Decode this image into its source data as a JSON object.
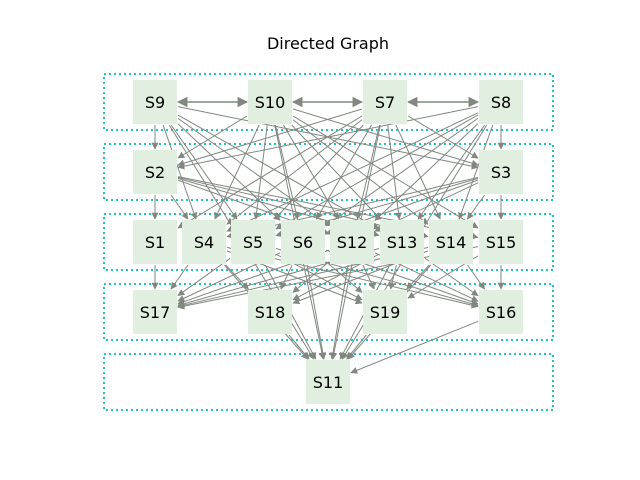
{
  "title": "Directed Graph",
  "colors": {
    "node_fill": "#e0efe0",
    "edge": "#808880",
    "group_border": "#1ec8b4",
    "background": "#ffffff"
  },
  "groups": [
    [
      "S9",
      "S10",
      "S7",
      "S8"
    ],
    [
      "S2",
      "S3"
    ],
    [
      "S1",
      "S4",
      "S5",
      "S6",
      "S12",
      "S13",
      "S14",
      "S15"
    ],
    [
      "S17",
      "S18",
      "S19",
      "S16"
    ],
    [
      "S11"
    ]
  ],
  "nodes": [
    "S9",
    "S10",
    "S7",
    "S8",
    "S2",
    "S3",
    "S1",
    "S4",
    "S5",
    "S6",
    "S12",
    "S13",
    "S14",
    "S15",
    "S17",
    "S18",
    "S19",
    "S16",
    "S11"
  ],
  "edges": [
    {
      "from": "S9",
      "to": "S10",
      "bidirectional": true
    },
    {
      "from": "S10",
      "to": "S7",
      "bidirectional": true
    },
    {
      "from": "S7",
      "to": "S8",
      "bidirectional": true
    },
    {
      "from": "S9",
      "to": "S2"
    },
    {
      "from": "S10",
      "to": "S2"
    },
    {
      "from": "S7",
      "to": "S2"
    },
    {
      "from": "S8",
      "to": "S2"
    },
    {
      "from": "S9",
      "to": "S3"
    },
    {
      "from": "S10",
      "to": "S3"
    },
    {
      "from": "S7",
      "to": "S3"
    },
    {
      "from": "S8",
      "to": "S3"
    },
    {
      "from": "S9",
      "to": "S4"
    },
    {
      "from": "S9",
      "to": "S5"
    },
    {
      "from": "S9",
      "to": "S6"
    },
    {
      "from": "S9",
      "to": "S12"
    },
    {
      "from": "S9",
      "to": "S13"
    },
    {
      "from": "S10",
      "to": "S4"
    },
    {
      "from": "S10",
      "to": "S5"
    },
    {
      "from": "S10",
      "to": "S6"
    },
    {
      "from": "S10",
      "to": "S12"
    },
    {
      "from": "S10",
      "to": "S13"
    },
    {
      "from": "S10",
      "to": "S14"
    },
    {
      "from": "S10",
      "to": "S15"
    },
    {
      "from": "S7",
      "to": "S1"
    },
    {
      "from": "S7",
      "to": "S4"
    },
    {
      "from": "S7",
      "to": "S5"
    },
    {
      "from": "S7",
      "to": "S6"
    },
    {
      "from": "S7",
      "to": "S12"
    },
    {
      "from": "S7",
      "to": "S13"
    },
    {
      "from": "S7",
      "to": "S14"
    },
    {
      "from": "S8",
      "to": "S4"
    },
    {
      "from": "S8",
      "to": "S5"
    },
    {
      "from": "S8",
      "to": "S6"
    },
    {
      "from": "S8",
      "to": "S12"
    },
    {
      "from": "S8",
      "to": "S13"
    },
    {
      "from": "S8",
      "to": "S14"
    },
    {
      "from": "S2",
      "to": "S1"
    },
    {
      "from": "S2",
      "to": "S4"
    },
    {
      "from": "S2",
      "to": "S12"
    },
    {
      "from": "S2",
      "to": "S13"
    },
    {
      "from": "S2",
      "to": "S14"
    },
    {
      "from": "S2",
      "to": "S15"
    },
    {
      "from": "S3",
      "to": "S4"
    },
    {
      "from": "S3",
      "to": "S5"
    },
    {
      "from": "S3",
      "to": "S6"
    },
    {
      "from": "S3",
      "to": "S12"
    },
    {
      "from": "S3",
      "to": "S14"
    },
    {
      "from": "S3",
      "to": "S15"
    },
    {
      "from": "S1",
      "to": "S17"
    },
    {
      "from": "S15",
      "to": "S16"
    },
    {
      "from": "S4",
      "to": "S17"
    },
    {
      "from": "S4",
      "to": "S18"
    },
    {
      "from": "S4",
      "to": "S19"
    },
    {
      "from": "S4",
      "to": "S16"
    },
    {
      "from": "S5",
      "to": "S17"
    },
    {
      "from": "S5",
      "to": "S19"
    },
    {
      "from": "S5",
      "to": "S16"
    },
    {
      "from": "S6",
      "to": "S17"
    },
    {
      "from": "S6",
      "to": "S18"
    },
    {
      "from": "S6",
      "to": "S19"
    },
    {
      "from": "S6",
      "to": "S16"
    },
    {
      "from": "S12",
      "to": "S17"
    },
    {
      "from": "S12",
      "to": "S18"
    },
    {
      "from": "S12",
      "to": "S19"
    },
    {
      "from": "S12",
      "to": "S16"
    },
    {
      "from": "S13",
      "to": "S17"
    },
    {
      "from": "S13",
      "to": "S18"
    },
    {
      "from": "S13",
      "to": "S19"
    },
    {
      "from": "S13",
      "to": "S16"
    },
    {
      "from": "S14",
      "to": "S17"
    },
    {
      "from": "S14",
      "to": "S18"
    },
    {
      "from": "S14",
      "to": "S19"
    },
    {
      "from": "S14",
      "to": "S16"
    },
    {
      "from": "S15",
      "to": "S17"
    },
    {
      "from": "S15",
      "to": "S19"
    },
    {
      "from": "S9",
      "to": "S11"
    },
    {
      "from": "S10",
      "to": "S11"
    },
    {
      "from": "S7",
      "to": "S11"
    },
    {
      "from": "S8",
      "to": "S11"
    },
    {
      "from": "S4",
      "to": "S11"
    },
    {
      "from": "S5",
      "to": "S11"
    },
    {
      "from": "S6",
      "to": "S11"
    },
    {
      "from": "S12",
      "to": "S11"
    },
    {
      "from": "S13",
      "to": "S11"
    },
    {
      "from": "S14",
      "to": "S11"
    },
    {
      "from": "S18",
      "to": "S11"
    },
    {
      "from": "S19",
      "to": "S11"
    },
    {
      "from": "S16",
      "to": "S11"
    }
  ]
}
